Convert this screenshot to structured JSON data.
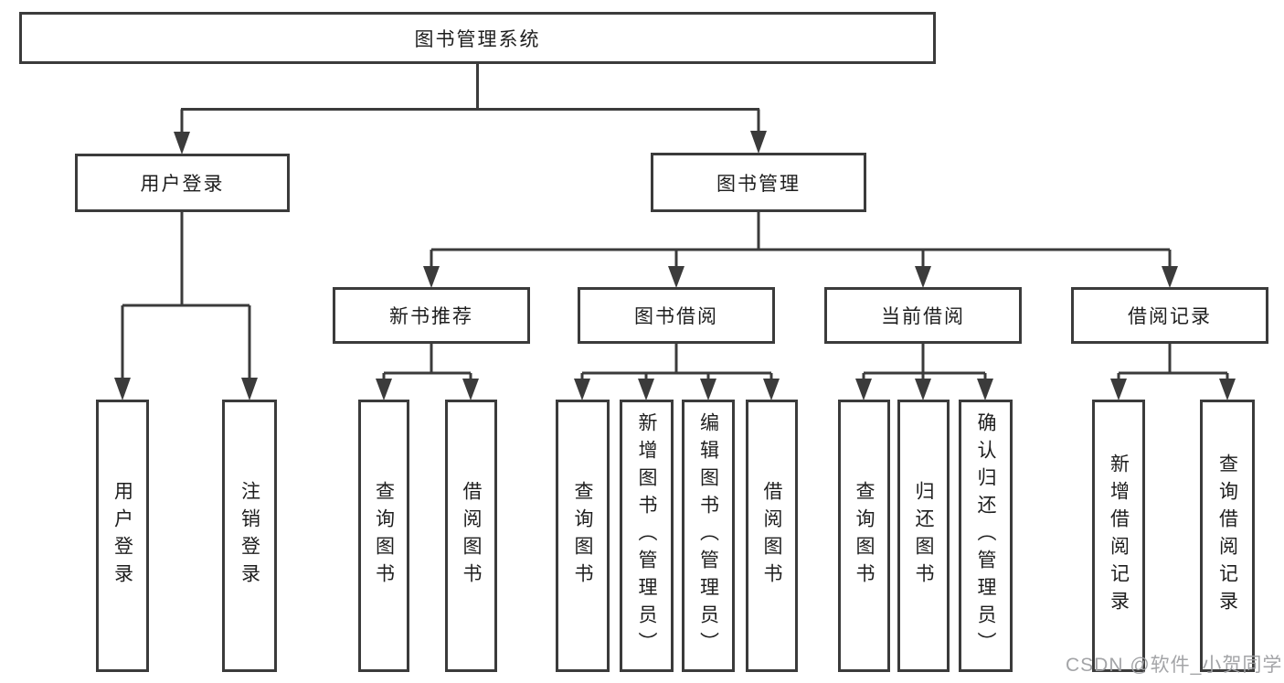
{
  "tree": {
    "root": {
      "label": "图书管理系统",
      "children": [
        {
          "label": "用户登录",
          "children": [
            {
              "label": "用户登录"
            },
            {
              "label": "注销登录"
            }
          ]
        },
        {
          "label": "图书管理",
          "children": [
            {
              "label": "新书推荐",
              "children": [
                {
                  "label": "查询图书"
                },
                {
                  "label": "借阅图书"
                }
              ]
            },
            {
              "label": "图书借阅",
              "children": [
                {
                  "label": "查询图书"
                },
                {
                  "label": "新增图书（管理员）"
                },
                {
                  "label": "编辑图书（管理员）"
                },
                {
                  "label": "借阅图书"
                }
              ]
            },
            {
              "label": "当前借阅",
              "children": [
                {
                  "label": "查询图书"
                },
                {
                  "label": "归还图书"
                },
                {
                  "label": "确认归还（管理员）"
                }
              ]
            },
            {
              "label": "借阅记录",
              "children": [
                {
                  "label": "新增借阅记录"
                },
                {
                  "label": "查询借阅记录"
                }
              ]
            }
          ]
        }
      ]
    }
  },
  "watermark": {
    "text": "CSDN @软件_小贺同学"
  },
  "colors": {
    "line": "#3b3b3b",
    "text": "#1e1e1e",
    "background": "#ffffff",
    "watermark": "#9e9fa2"
  }
}
